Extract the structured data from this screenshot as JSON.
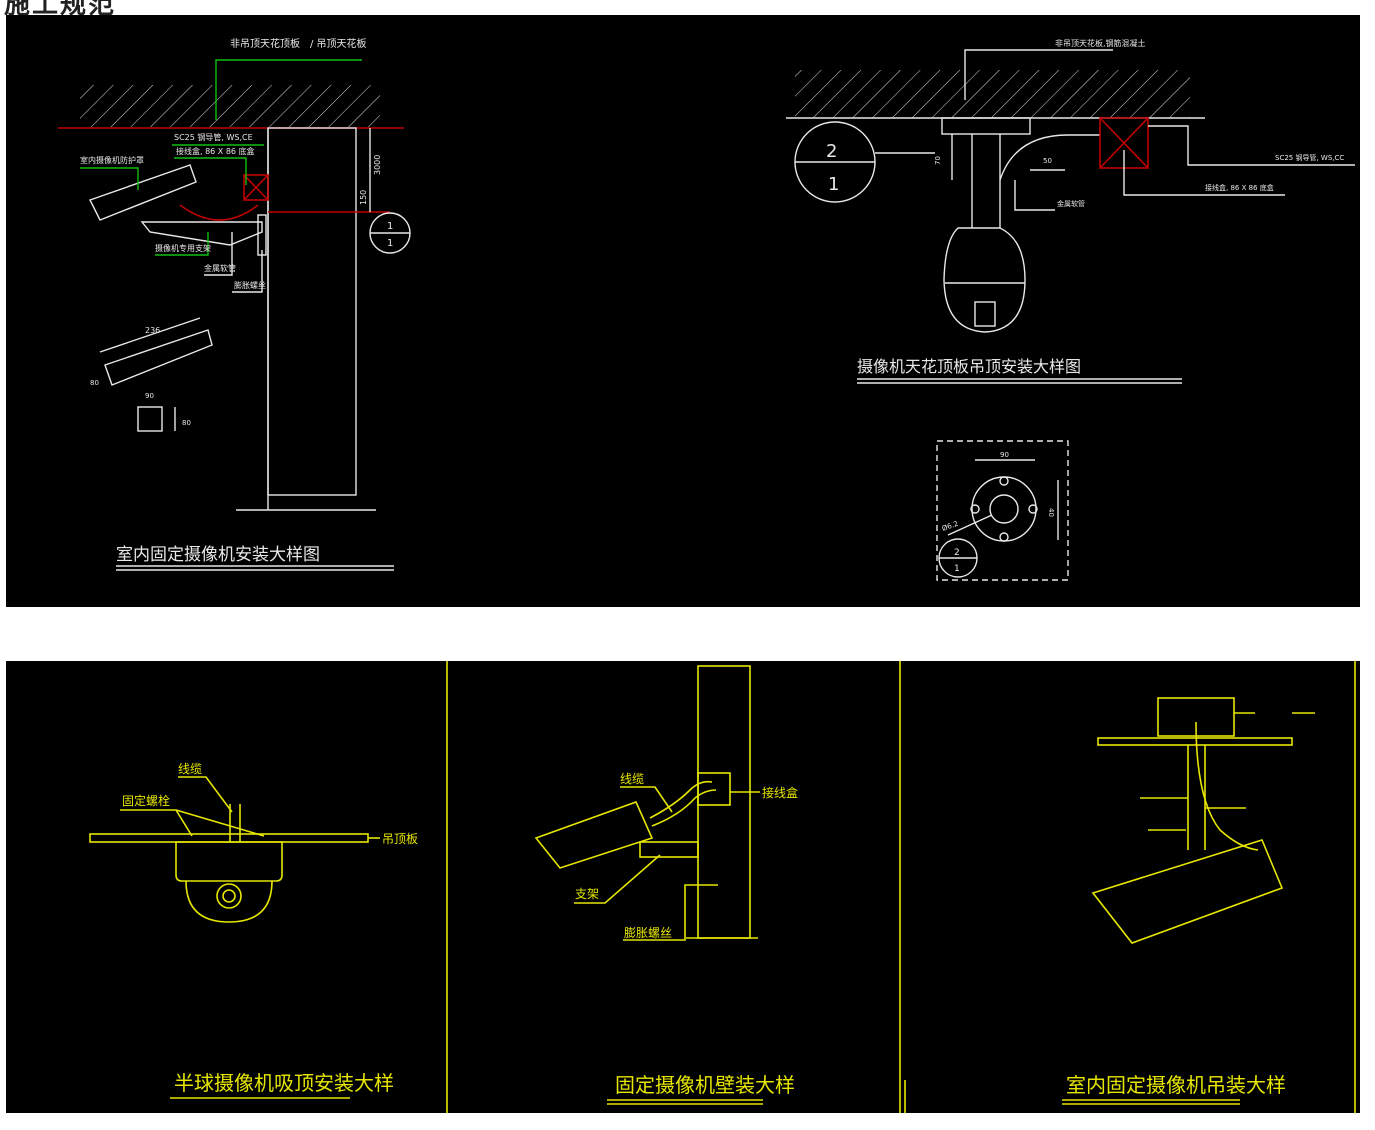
{
  "page": {
    "heading": "施工规范"
  },
  "top_panel": {
    "left_drawing": {
      "title": "室内固定摄像机安装大样图",
      "labels": {
        "ceiling": "非吊顶天花顶板　/ 吊顶天花板",
        "conduit": "SC25 钢导管, WS,CE",
        "box": "接线盒, 86 X 86 底盒",
        "housing": "室内摄像机防护罩",
        "bracket": "摄像机专用支架",
        "hose": "金属软管",
        "bolt": "膨胀螺丝"
      },
      "dims": {
        "height": "3000",
        "offset": "150",
        "length": "236",
        "width": "90",
        "size": "80",
        "side": "80"
      },
      "ref_circle": {
        "top": "1",
        "bottom": "1"
      }
    },
    "right_drawing": {
      "title": "摄像机天花顶板吊顶安装大样图",
      "labels": {
        "slab": "非吊顶天花板,钢筋混凝土",
        "conduit": "SC25 钢导管, WS,CC",
        "box": "接线盒, 86 X 86 底盒",
        "hose": "金属软管"
      },
      "dims": {
        "gap": "50",
        "drop": "70"
      },
      "ref_circle": {
        "top": "2",
        "bottom": "1"
      }
    },
    "flange_detail": {
      "dims": {
        "width": "90",
        "height": "40",
        "hole": "Ø6.2"
      },
      "ref_circle": {
        "top": "2",
        "bottom": "1"
      }
    }
  },
  "bottom_panel": {
    "dome": {
      "title": "半球摄像机吸顶安装大样",
      "cable": "线缆",
      "bolt": "固定螺栓",
      "ceiling": "吊顶板"
    },
    "wall": {
      "title": "固定摄像机壁装大样",
      "cable": "线缆",
      "box": "接线盒",
      "bracket": "支架",
      "bolt": "膨胀螺丝"
    },
    "hanging": {
      "title": "室内固定摄像机吊装大样"
    }
  }
}
